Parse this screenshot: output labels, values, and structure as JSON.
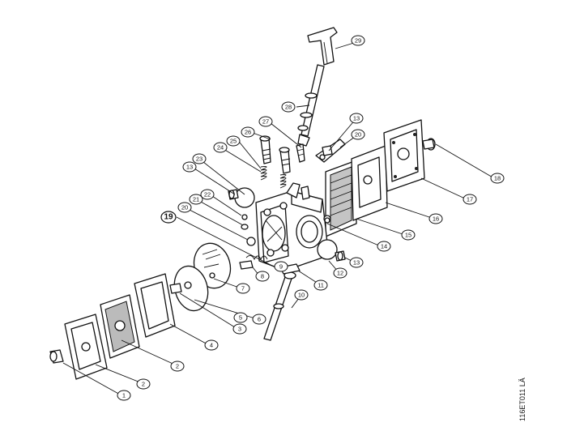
{
  "drawing_code": "116ET011 LÄ",
  "callouts": [
    {
      "id": "c1",
      "label": "1"
    },
    {
      "id": "c2a",
      "label": "2"
    },
    {
      "id": "c2b",
      "label": "2"
    },
    {
      "id": "c3",
      "label": "3"
    },
    {
      "id": "c4",
      "label": "4"
    },
    {
      "id": "c5",
      "label": "5"
    },
    {
      "id": "c6",
      "label": "6"
    },
    {
      "id": "c7",
      "label": "7"
    },
    {
      "id": "c8",
      "label": "8"
    },
    {
      "id": "c9",
      "label": "9"
    },
    {
      "id": "c10",
      "label": "10"
    },
    {
      "id": "c11",
      "label": "11"
    },
    {
      "id": "c12",
      "label": "12"
    },
    {
      "id": "c13a",
      "label": "13"
    },
    {
      "id": "c13b",
      "label": "13"
    },
    {
      "id": "c13c",
      "label": "13"
    },
    {
      "id": "c14",
      "label": "14"
    },
    {
      "id": "c15",
      "label": "15"
    },
    {
      "id": "c16",
      "label": "16"
    },
    {
      "id": "c17",
      "label": "17"
    },
    {
      "id": "c18",
      "label": "18"
    },
    {
      "id": "c19",
      "label": "19"
    },
    {
      "id": "c20a",
      "label": "20"
    },
    {
      "id": "c20b",
      "label": "20"
    },
    {
      "id": "c21",
      "label": "21"
    },
    {
      "id": "c22",
      "label": "22"
    },
    {
      "id": "c23",
      "label": "23"
    },
    {
      "id": "c24",
      "label": "24"
    },
    {
      "id": "c25",
      "label": "25"
    },
    {
      "id": "c26",
      "label": "26"
    },
    {
      "id": "c27",
      "label": "27"
    },
    {
      "id": "c28",
      "label": "28"
    },
    {
      "id": "c29",
      "label": "29"
    }
  ]
}
